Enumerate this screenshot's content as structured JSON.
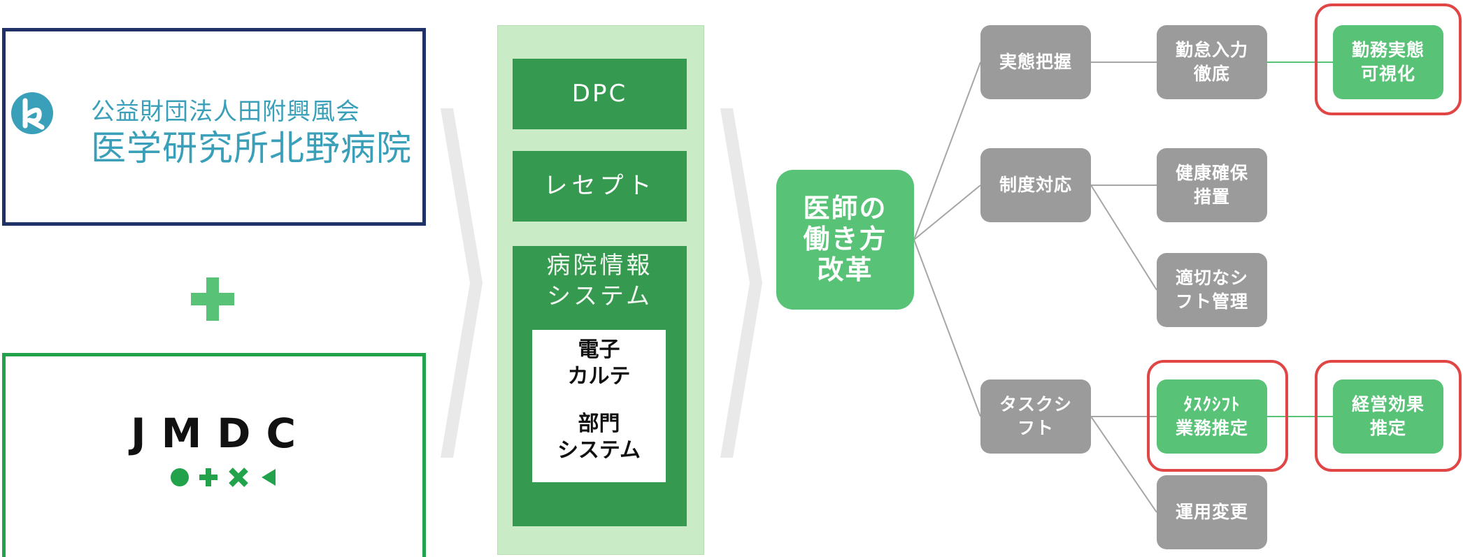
{
  "partners": {
    "hospital": {
      "subtitle": "公益財団法人田附興風会",
      "name": "医学研究所北野病院",
      "logo_letter": "k"
    },
    "company": {
      "name": "JMDC",
      "symbols": "●✚✖◀"
    }
  },
  "data_sources": {
    "dpc": "DPC",
    "receipt": "レセプト",
    "his_label_line1": "病院情報",
    "his_label_line2": "システム",
    "emr_line1": "電子",
    "emr_line2": "カルテ",
    "dept_line1": "部門",
    "dept_line2": "システム"
  },
  "tree": {
    "root": {
      "line1": "医師の",
      "line2": "働き方",
      "line3": "改革"
    },
    "level1": {
      "a": "実態把握",
      "b": "制度対応",
      "c_line1": "タスクシ",
      "c_line2": "フト"
    },
    "level2": {
      "a1_line1": "勤怠入力",
      "a1_line2": "徹底",
      "b1_line1": "健康確保",
      "b1_line2": "措置",
      "b2_line1": "適切なシ",
      "b2_line2": "フト管理",
      "c1_line1": "ﾀｽｸｼﾌﾄ",
      "c1_line2": "業務推定",
      "c2": "運用変更"
    },
    "level3": {
      "a1x_line1": "勤務実態",
      "a1x_line2": "可視化",
      "c1x_line1": "経営効果",
      "c1x_line2": "推定"
    }
  },
  "colors": {
    "navy": "#1f3166",
    "teal": "#3a9fb8",
    "green_dark": "#35994f",
    "green_light": "#58c277",
    "green_bg": "#c9ebc6",
    "gray": "#9b9b9b",
    "highlight": "#e04646"
  }
}
